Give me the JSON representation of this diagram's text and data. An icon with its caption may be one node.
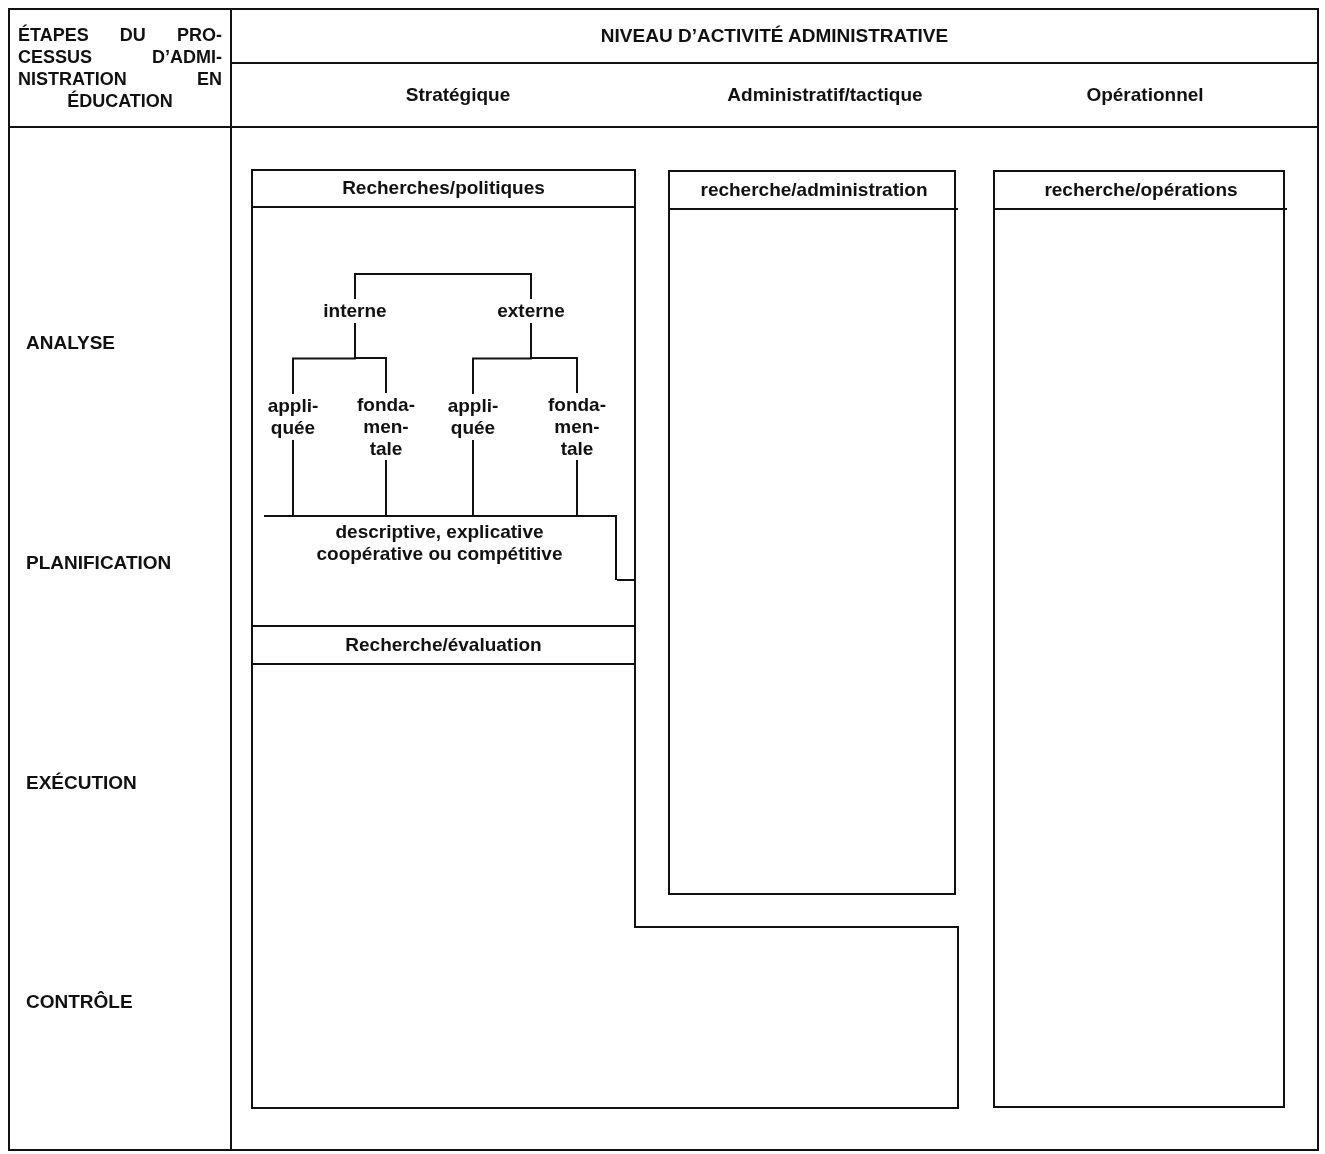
{
  "diagram": {
    "nodes": [
      {
        "text": [
          "ÉTAPES DU PRO- CESSUS D’ADMI- NISTRATION EN ÉDUCATION"
        ]
      },
      {
        "text": [
          "NIVEAU D’ACTIVITÉ ADMINISTRATIVE"
        ]
      },
      {
        "text": [
          "Stratégique"
        ]
      },
      {
        "text": [
          "Administratif/tactique"
        ]
      },
      {
        "text": [
          "Opérationnel"
        ]
      },
      {
        "text": [
          "Recherches/politiques"
        ]
      },
      {
        "text": [
          "interne"
        ],
        "in": 5
      },
      {
        "text": [
          "externe"
        ],
        "in": 5
      },
      {
        "text": [
          "appli- quée"
        ],
        "in": 5
      },
      {
        "text": [
          "fonda- men- tale"
        ],
        "in": 5
      },
      {
        "text": [
          "appli- quée"
        ],
        "in": 5
      },
      {
        "text": [
          "fonda- men- tale"
        ],
        "in": 5
      },
      {
        "text": [
          "descriptive, explicative coopérative ou compétitive"
        ],
        "in": 5
      },
      {
        "text": [
          "Recherche/évaluation"
        ]
      },
      {
        "text": [
          "recherche/administration"
        ]
      },
      {
        "text": [
          "recherche/opérations"
        ]
      }
    ],
    "edges": [
      {
        "from": 6,
        "to": 7,
        "arrow": "none"
      },
      {
        "from": 6,
        "to": 8,
        "arrow": "none"
      },
      {
        "from": 6,
        "to": 9,
        "arrow": "none"
      },
      {
        "from": 7,
        "to": 10,
        "arrow": "none"
      },
      {
        "from": 7,
        "to": 11,
        "arrow": "none"
      },
      {
        "from": 8,
        "to": 12,
        "arrow": "none"
      },
      {
        "from": 9,
        "to": 12,
        "arrow": "none"
      },
      {
        "from": 10,
        "to": 12,
        "arrow": "none"
      },
      {
        "from": 11,
        "to": 12,
        "arrow": "none"
      }
    ],
    "labels": [
      "ANALYSE",
      "PLANIFICATION",
      "EXÉCUTION",
      "CONTRÔLE"
    ]
  }
}
